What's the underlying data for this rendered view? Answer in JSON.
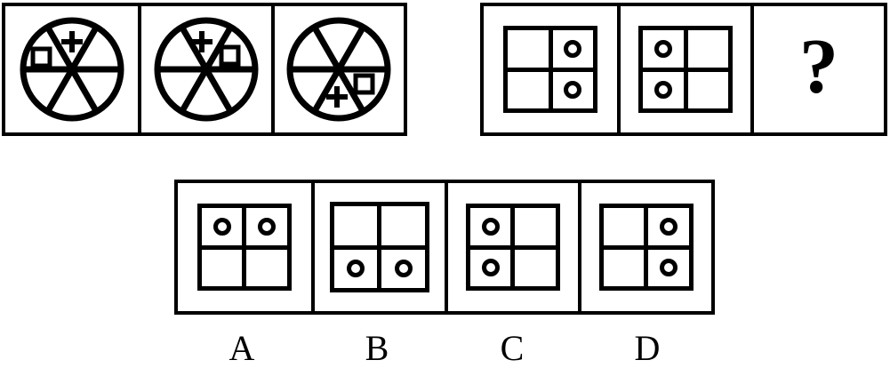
{
  "puzzle": {
    "type": "visual-analogy-matrix",
    "sequence_panel": {
      "name": "pie-sequence",
      "cells": [
        {
          "id": "seq-1",
          "figure": "six-sector-circle",
          "sectors": 6,
          "symbols": [
            {
              "glyph": "square",
              "sector": "upper-left"
            },
            {
              "glyph": "plus",
              "sector": "top"
            }
          ]
        },
        {
          "id": "seq-2",
          "figure": "six-sector-circle",
          "sectors": 6,
          "symbols": [
            {
              "glyph": "plus",
              "sector": "top"
            },
            {
              "glyph": "square",
              "sector": "upper-right"
            }
          ]
        },
        {
          "id": "seq-3",
          "figure": "six-sector-circle",
          "sectors": 6,
          "symbols": [
            {
              "glyph": "square",
              "sector": "lower-right"
            },
            {
              "glyph": "plus",
              "sector": "bottom"
            }
          ]
        }
      ]
    },
    "matrix_panel": {
      "name": "grid-sequence",
      "cells": [
        {
          "id": "mat-1",
          "figure": "2x2-grid",
          "dots": {
            "top_left": false,
            "top_right": true,
            "bottom_left": false,
            "bottom_right": true
          }
        },
        {
          "id": "mat-2",
          "figure": "2x2-grid",
          "dots": {
            "top_left": true,
            "top_right": false,
            "bottom_left": true,
            "bottom_right": false
          }
        },
        {
          "id": "mat-3",
          "figure": "question-mark",
          "glyph": "?"
        }
      ]
    },
    "options_panel": {
      "name": "answer-options",
      "options": [
        {
          "label": "A",
          "figure": "2x2-grid",
          "dots": {
            "top_left": true,
            "top_right": true,
            "bottom_left": false,
            "bottom_right": false
          }
        },
        {
          "label": "B",
          "figure": "2x2-grid",
          "dots": {
            "top_left": false,
            "top_right": false,
            "bottom_left": true,
            "bottom_right": true
          }
        },
        {
          "label": "C",
          "figure": "2x2-grid",
          "dots": {
            "top_left": true,
            "top_right": false,
            "bottom_left": true,
            "bottom_right": false
          }
        },
        {
          "label": "D",
          "figure": "2x2-grid",
          "dots": {
            "top_left": false,
            "top_right": true,
            "bottom_left": false,
            "bottom_right": true
          }
        }
      ]
    },
    "colors": {
      "ink": "#000000",
      "paper": "#ffffff"
    }
  }
}
